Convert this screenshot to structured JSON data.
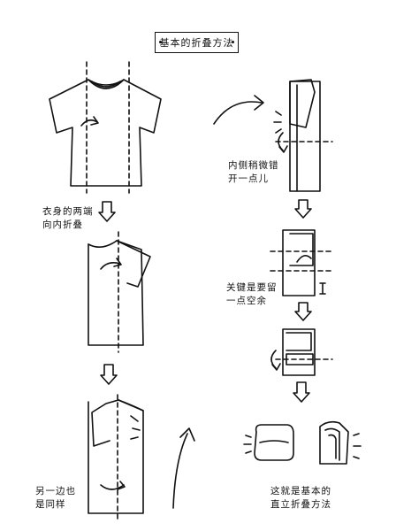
{
  "title": "基本的折叠方法",
  "captions": {
    "step1": [
      "衣身的两端",
      "向内折叠"
    ],
    "step2": [
      "另一边也",
      "是同样"
    ],
    "step3": [
      "内侧稍微错",
      "开一点儿"
    ],
    "step4": [
      "关键是要留",
      "一点空余"
    ],
    "step5": [
      "这就是基本的",
      "直立折叠方法"
    ]
  },
  "colors": {
    "ink": "#111111",
    "paper": "#ffffff"
  }
}
